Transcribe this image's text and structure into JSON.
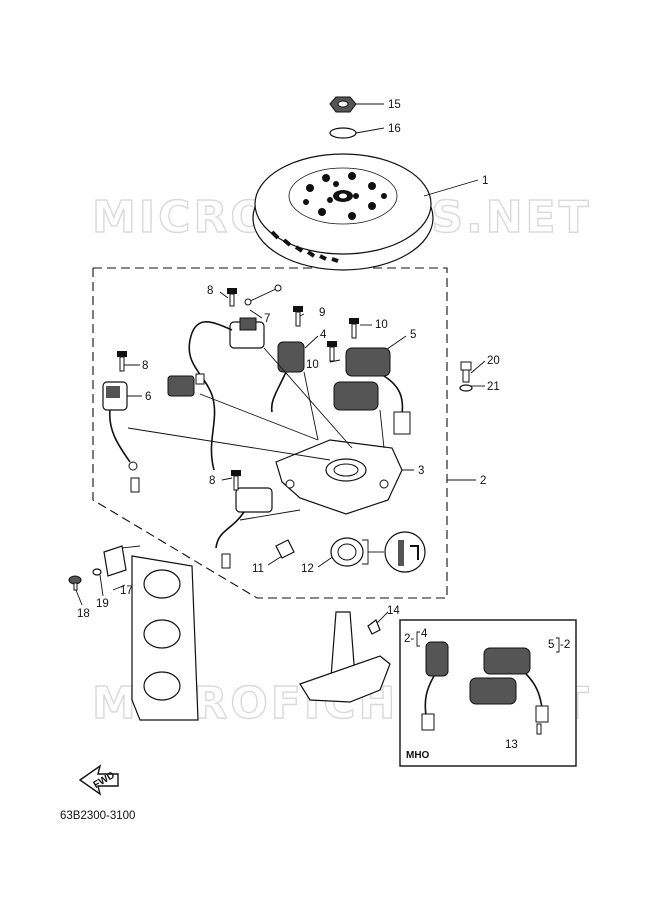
{
  "watermark": {
    "text": "MICROFICHES.NET"
  },
  "callouts": {
    "c1": "1",
    "c2": "2",
    "c3": "3",
    "c4": "4",
    "c5": "5",
    "c6": "6",
    "c7": "7",
    "c8a": "8",
    "c8b": "8",
    "c8c": "8",
    "c9": "9",
    "c10a": "10",
    "c10b": "10",
    "c11": "11",
    "c12": "12",
    "c13": "13",
    "c14": "14",
    "c15": "15",
    "c16": "16",
    "c17": "17",
    "c18": "18",
    "c19": "19",
    "c20": "20",
    "c21": "21"
  },
  "inset": {
    "label": "MHO",
    "ref_left_a": "2-",
    "ref_left_b": "4",
    "ref_right_a": "5",
    "ref_right_b": "-2"
  },
  "fwd_label": "FWD",
  "diagram_code": "63B2300-3100"
}
